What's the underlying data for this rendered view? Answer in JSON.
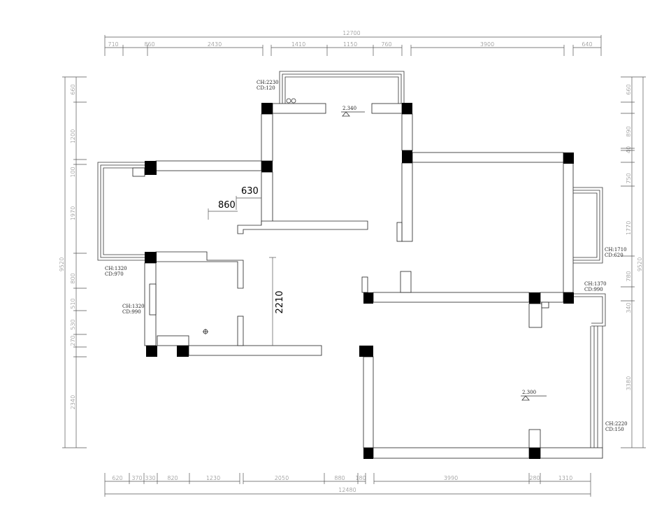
{
  "top_dims": {
    "total": "12700",
    "segments": [
      "710",
      "860",
      "2430",
      "1410",
      "1150",
      "760",
      "3900",
      "640"
    ]
  },
  "bottom_dims": {
    "total": "12480",
    "segments": [
      "620",
      "370",
      "330",
      "820",
      "1230",
      "2050",
      "880",
      "180",
      "3990",
      "280",
      "1310"
    ]
  },
  "left_dims": {
    "total": "9520",
    "segments": [
      "660",
      "1200",
      "100",
      "1970",
      "800",
      "510",
      "530",
      "270",
      "2340"
    ]
  },
  "right_dims": {
    "total": "9520",
    "segments": [
      "660",
      "890",
      "40",
      "750",
      "1770",
      "780",
      "340",
      "3380"
    ]
  },
  "notes": {
    "n1": {
      "ch": "CH:2230",
      "cd": "CD:120"
    },
    "n2": {
      "ch": "CH:1320",
      "cd": "CD:970"
    },
    "n3": {
      "ch": "CH:1320",
      "cd": "CD:990"
    },
    "n4": {
      "ch": "CH:1710",
      "cd": "CD:620"
    },
    "n5": {
      "ch": "CH:1370",
      "cd": "CD:990"
    },
    "n6": {
      "ch": "CH:2220",
      "cd": "CD:150"
    }
  },
  "levels": {
    "top": "2.340",
    "bottom": "2.300"
  },
  "interior_dims": {
    "a": "630",
    "b": "860",
    "c": "2210"
  }
}
